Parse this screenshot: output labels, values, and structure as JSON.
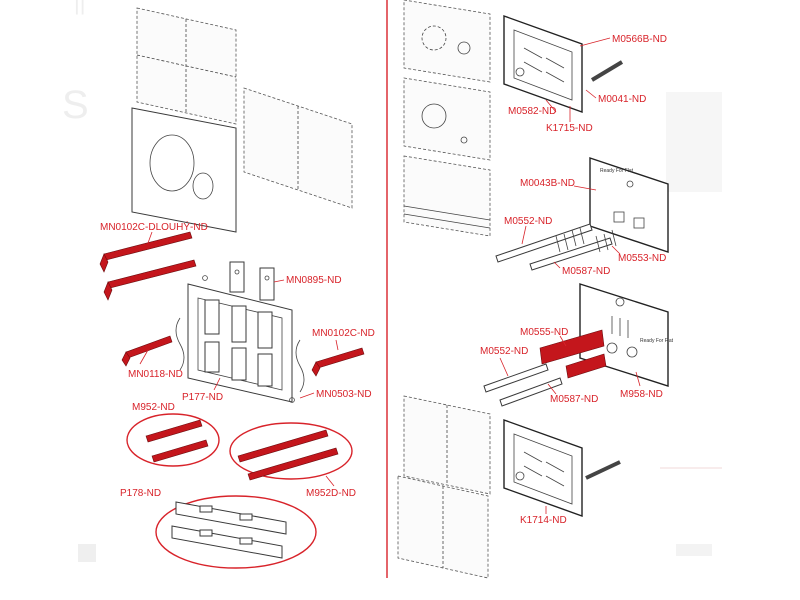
{
  "divider_color": "#d8232a",
  "label_color": "#d8232a",
  "part_labels": {
    "mn0102c_dlouhy": "MN0102C-DLOUHÝ-ND",
    "mn0895": "MN0895-ND",
    "mn0102c": "MN0102C-ND",
    "mn0118": "MN0118-ND",
    "p177": "P177-ND",
    "mn0503": "MN0503-ND",
    "m952": "M952-ND",
    "m952d": "M952D-ND",
    "p178": "P178-ND",
    "m0566b": "M0566B-ND",
    "m0582": "M0582-ND",
    "m0041": "M0041-ND",
    "k1715": "K1715-ND",
    "m0043b": "M0043B-ND",
    "m0552_top": "M0552-ND",
    "m0553": "M0553-ND",
    "m0587_top": "M0587-ND",
    "m0555": "M0555-ND",
    "m0552_bottom": "M0552-ND",
    "m958": "M958-ND",
    "m0587_bottom": "M0587-ND",
    "k1714": "K1714-ND"
  },
  "frame_texts": {
    "ready_for_flat_top": "Ready For Flat",
    "ready_for_flat_bottom": "Ready For Flat"
  }
}
